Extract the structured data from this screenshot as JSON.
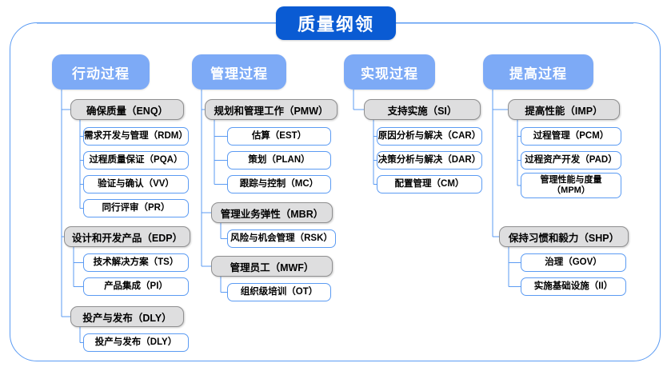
{
  "diagram": {
    "title": "质量纲领",
    "columns": [
      {
        "header": "行动过程",
        "groups": [
          {
            "label": "确保质量（ENQ）",
            "items": [
              "需求开发与管理（RDM）",
              "过程质量保证（PQA）",
              "验证与确认（VV）",
              "同行评审（PR）"
            ]
          },
          {
            "label": "设计和开发产品（EDP）",
            "items": [
              "技术解决方案（TS）",
              "产品集成（PI）"
            ]
          },
          {
            "label": "投产与发布（DLY）",
            "items": [
              "投产与发布（DLY）"
            ]
          }
        ]
      },
      {
        "header": "管理过程",
        "groups": [
          {
            "label": "规划和管理工作（PMW）",
            "items": [
              "估算（EST）",
              "策划（PLAN）",
              "跟踪与控制（MC）"
            ]
          },
          {
            "label": "管理业务弹性（MBR）",
            "items": [
              "风险与机会管理（RSK）"
            ]
          },
          {
            "label": "管理员工（MWF）",
            "items": [
              "组织级培训（OT）"
            ]
          }
        ]
      },
      {
        "header": "实现过程",
        "groups": [
          {
            "label": "支持实施（SI）",
            "items": [
              "原因分析与解决（CAR）",
              "决策分析与解决（DAR）",
              "配置管理（CM）"
            ]
          }
        ]
      },
      {
        "header": "提高过程",
        "groups": [
          {
            "label": "提高性能（IMP）",
            "items": [
              "过程管理（PCM）",
              "过程资产开发（PAD）",
              "管理性能与度量\n（MPM）"
            ]
          },
          {
            "label": "保持习惯和毅力（SHP）",
            "items": [
              "治理（GOV）",
              "实施基础设施（II）"
            ]
          }
        ]
      }
    ],
    "colors": {
      "title_fill": "#0a5bd3",
      "column_header_fill": "#7daaf6",
      "group_fill": "#dededf",
      "group_border": "#8f8f90",
      "leaf_border": "#5b9bf3",
      "frame_border": "#5b9bf3",
      "connector": "#5b9bf3",
      "page_background": "#ffffff"
    }
  }
}
